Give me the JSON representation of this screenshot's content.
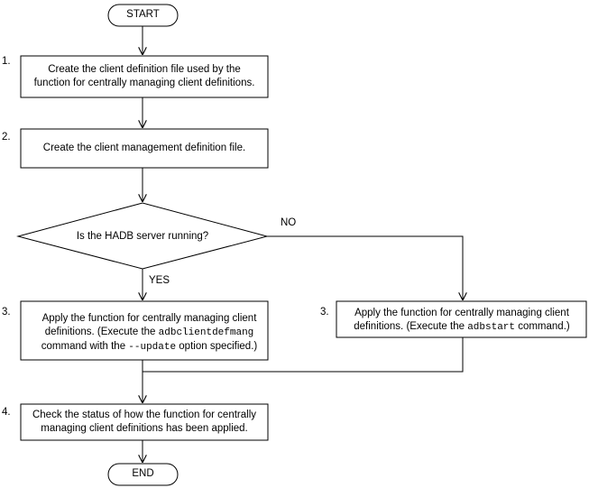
{
  "start_label": "START",
  "end_label": "END",
  "steps": {
    "s1_num": "1.",
    "s1_text": "Create the client definition file used by the function for centrally managing client definitions.",
    "s2_num": "2.",
    "s2_text": "Create the client management definition file.",
    "decision": "Is the HADB server running?",
    "yes": "YES",
    "no": "NO",
    "s3a_num": "3.",
    "s3a_line1": "Apply the function for centrally managing client",
    "s3a_line2_pre": "definitions. (Execute the ",
    "s3a_line2_code": "adbclientdefmang",
    "s3a_line3_pre": "command with the ",
    "s3a_line3_code": "--update",
    "s3a_line3_post": " option specified.)",
    "s3b_num": "3.",
    "s3b_line1": "Apply the function for centrally managing client",
    "s3b_line2_pre": "definitions. (Execute the ",
    "s3b_line2_code": "adbstart",
    "s3b_line2_post": " command.)",
    "s4_num": "4.",
    "s4_text": "Check the status of how the function for centrally managing client definitions has been applied."
  }
}
